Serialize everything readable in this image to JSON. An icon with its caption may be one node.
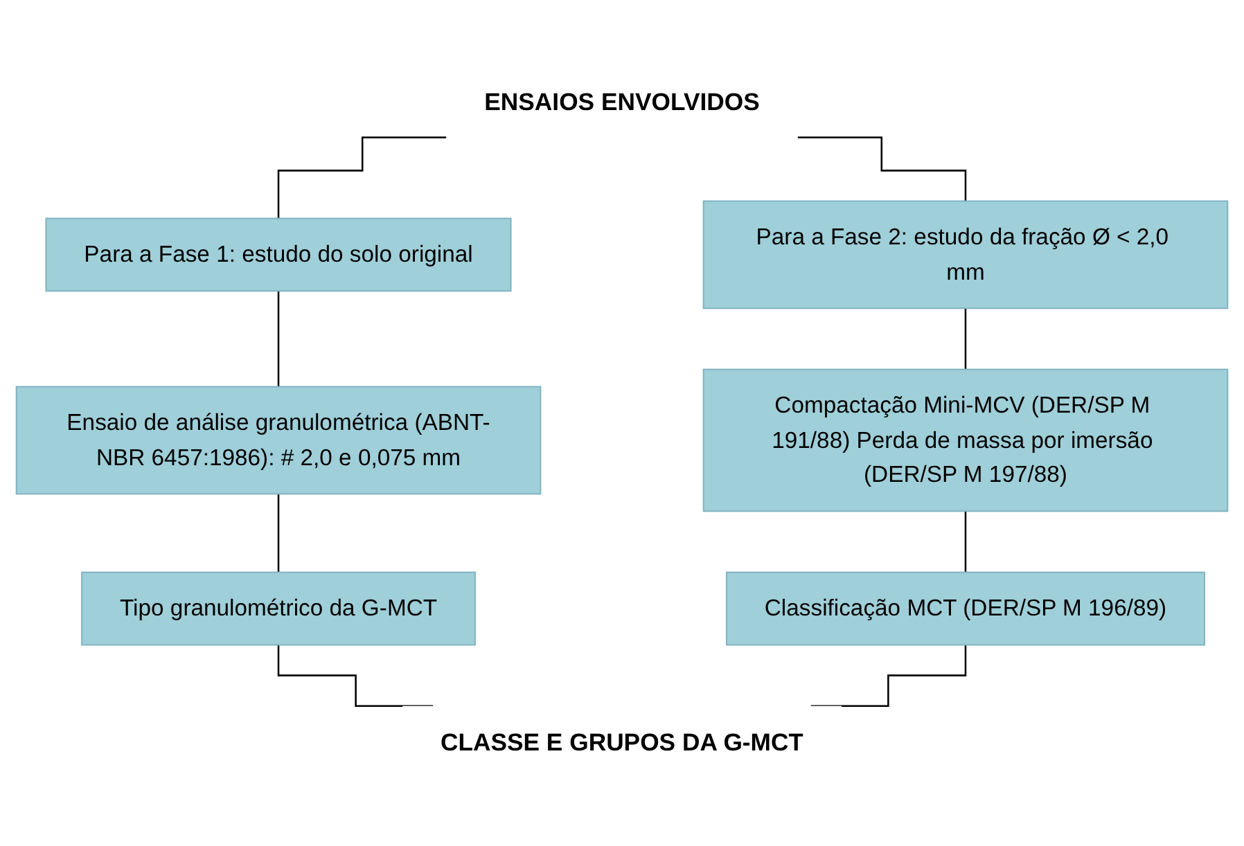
{
  "diagram": {
    "nodes": [
      {
        "text": [
          "ENSAIOS ENVOLVIDOS"
        ]
      },
      {
        "text": [
          "Para a Fase 1: estudo do solo original"
        ]
      },
      {
        "text": [
          "Para a Fase 2: estudo da fração Ø < 2,0 mm"
        ]
      },
      {
        "text": [
          "Ensaio de análise granulométrica (ABNT-NBR 6457:1986): # 2,0 e 0,075 mm"
        ]
      },
      {
        "text": [
          "Compactação Mini-MCV (DER/SP M 191/88) Perda de massa por imersão (DER/SP M 197/88)"
        ]
      },
      {
        "text": [
          "Tipo granulométrico da G-MCT"
        ]
      },
      {
        "text": [
          "Classificação MCT (DER/SP M 196/89)"
        ]
      },
      {
        "text": [
          "CLASSE E GRUPOS DA G-MCT"
        ]
      }
    ],
    "edges": [
      {
        "from": 0,
        "to": 1,
        "arrow": "none"
      },
      {
        "from": 0,
        "to": 2,
        "arrow": "none"
      },
      {
        "from": 1,
        "to": 3,
        "arrow": "none"
      },
      {
        "from": 2,
        "to": 4,
        "arrow": "none"
      },
      {
        "from": 3,
        "to": 5,
        "arrow": "none"
      },
      {
        "from": 4,
        "to": 6,
        "arrow": "none"
      },
      {
        "from": 5,
        "to": 7,
        "arrow": "none"
      },
      {
        "from": 6,
        "to": 7,
        "arrow": "none"
      }
    ]
  }
}
